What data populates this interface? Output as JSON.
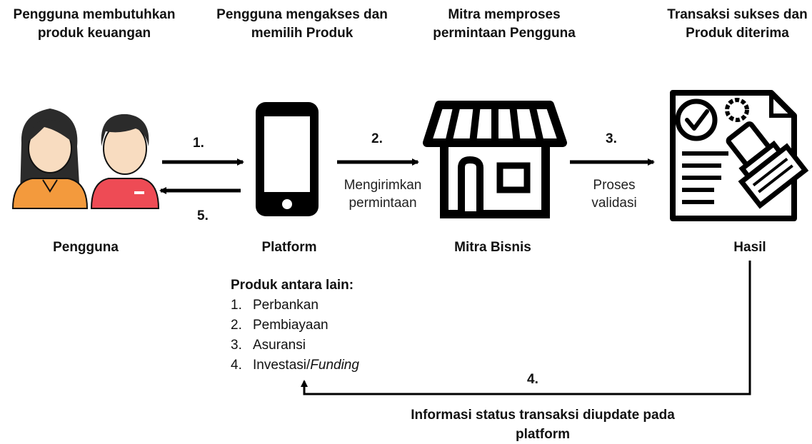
{
  "headers": {
    "step1": "Pengguna membutuhkan produk keuangan",
    "step2": "Pengguna mengakses dan memilih Produk",
    "step3": "Mitra memproses permintaan Pengguna",
    "step4": "Transaksi sukses dan Produk diterima"
  },
  "nodes": {
    "pengguna": "Pengguna",
    "platform": "Platform",
    "mitra": "Mitra Bisnis",
    "hasil": "Hasil"
  },
  "arrows": {
    "a1": "1.",
    "a2": "2.",
    "a3": "3.",
    "a4": "4.",
    "a5": "5.",
    "a2_note": "Mengirimkan permintaan",
    "a3_note": "Proses validasi",
    "a4_note": "Informasi status transaksi diupdate pada platform"
  },
  "products": {
    "title": "Produk antara lain:",
    "items": [
      {
        "num": "1.",
        "label": "Perbankan",
        "italic": ""
      },
      {
        "num": "2.",
        "label": "Pembiayaan",
        "italic": ""
      },
      {
        "num": "3.",
        "label": "Asuransi",
        "italic": ""
      },
      {
        "num": "4.",
        "label": "Investasi/",
        "italic": "Funding"
      }
    ]
  },
  "icons": [
    "users-icon",
    "smartphone-icon",
    "storefront-icon",
    "approved-document-stamp-icon"
  ]
}
